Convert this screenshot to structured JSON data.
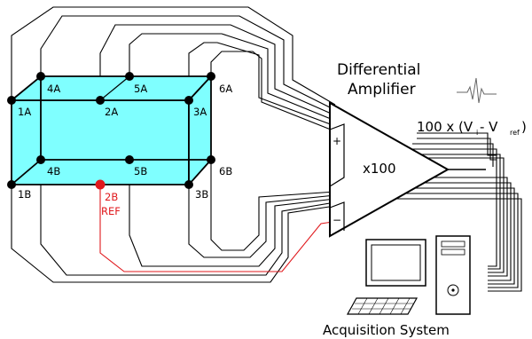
{
  "title": {
    "line1": "Differential",
    "line2": "Amplifier"
  },
  "formula": {
    "prefix": "100 x (V",
    "sub_i": "i",
    "mid": " - V",
    "sub_ref": "ref",
    "suffix": ")"
  },
  "amplifier": {
    "gain": "x100",
    "plus": "+",
    "minus": "−"
  },
  "acquisition": {
    "label": "Acquisition System"
  },
  "electrodes": {
    "front_top": [
      "1A",
      "2A",
      "3A"
    ],
    "back_top": [
      "4A",
      "5A",
      "6A"
    ],
    "front_bottom": [
      "1B",
      "3B"
    ],
    "back_bottom": [
      "4B",
      "5B",
      "6B"
    ],
    "reference": {
      "name": "2B",
      "tag": "REF"
    }
  },
  "colors": {
    "box_fill": "#7fffff",
    "reference": "#e0191d",
    "line": "#000000"
  }
}
